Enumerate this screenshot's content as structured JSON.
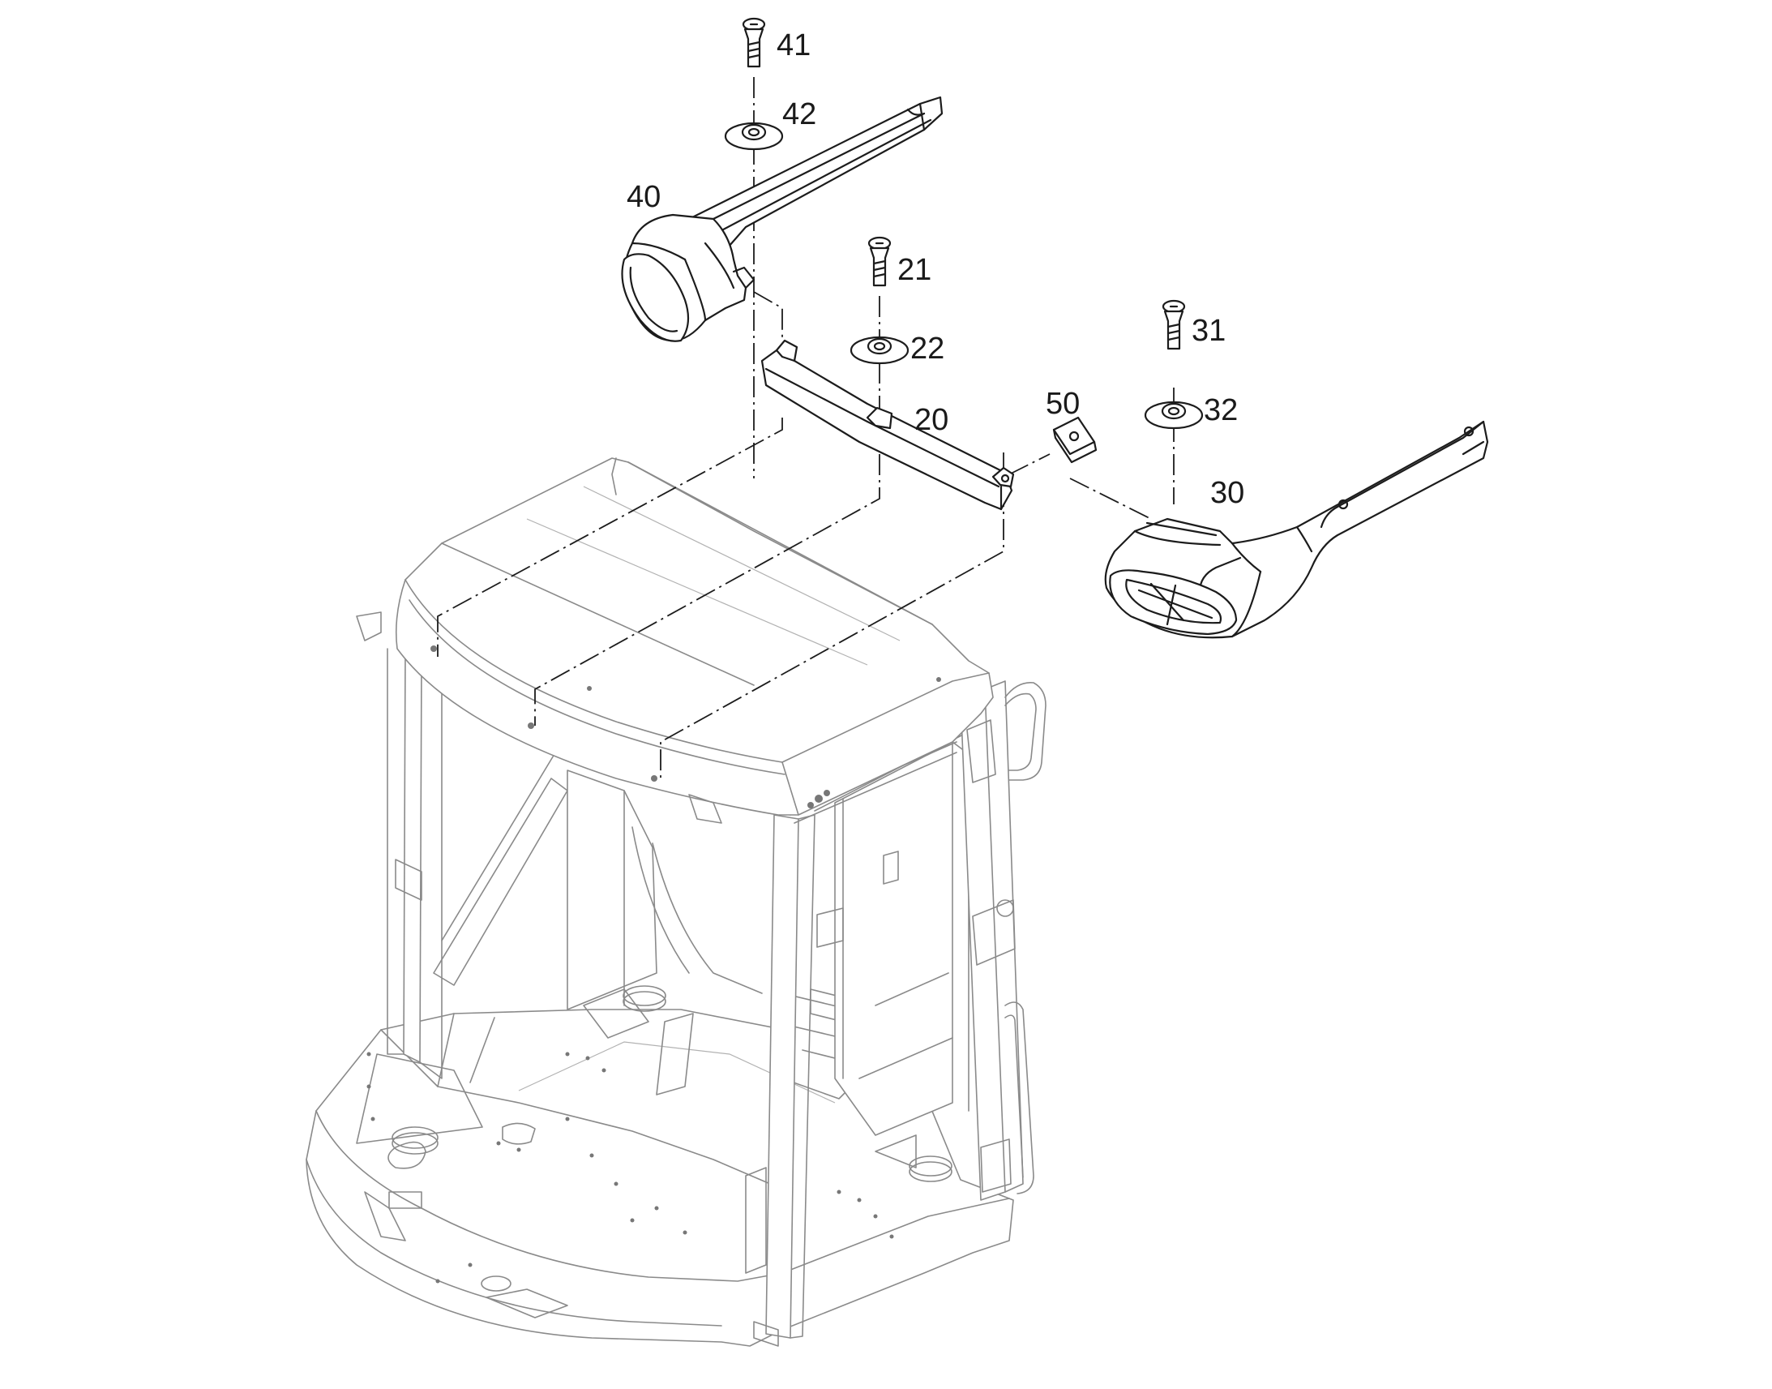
{
  "labels": {
    "p20": "20",
    "p21": "21",
    "p22": "22",
    "p30": "30",
    "p31": "31",
    "p32": "32",
    "p40": "40",
    "p41": "41",
    "p42": "42",
    "p50": "50"
  },
  "colors": {
    "part_outline": "#1c1c1c",
    "cab_outline": "#8a8a8a",
    "background": "#ffffff"
  }
}
